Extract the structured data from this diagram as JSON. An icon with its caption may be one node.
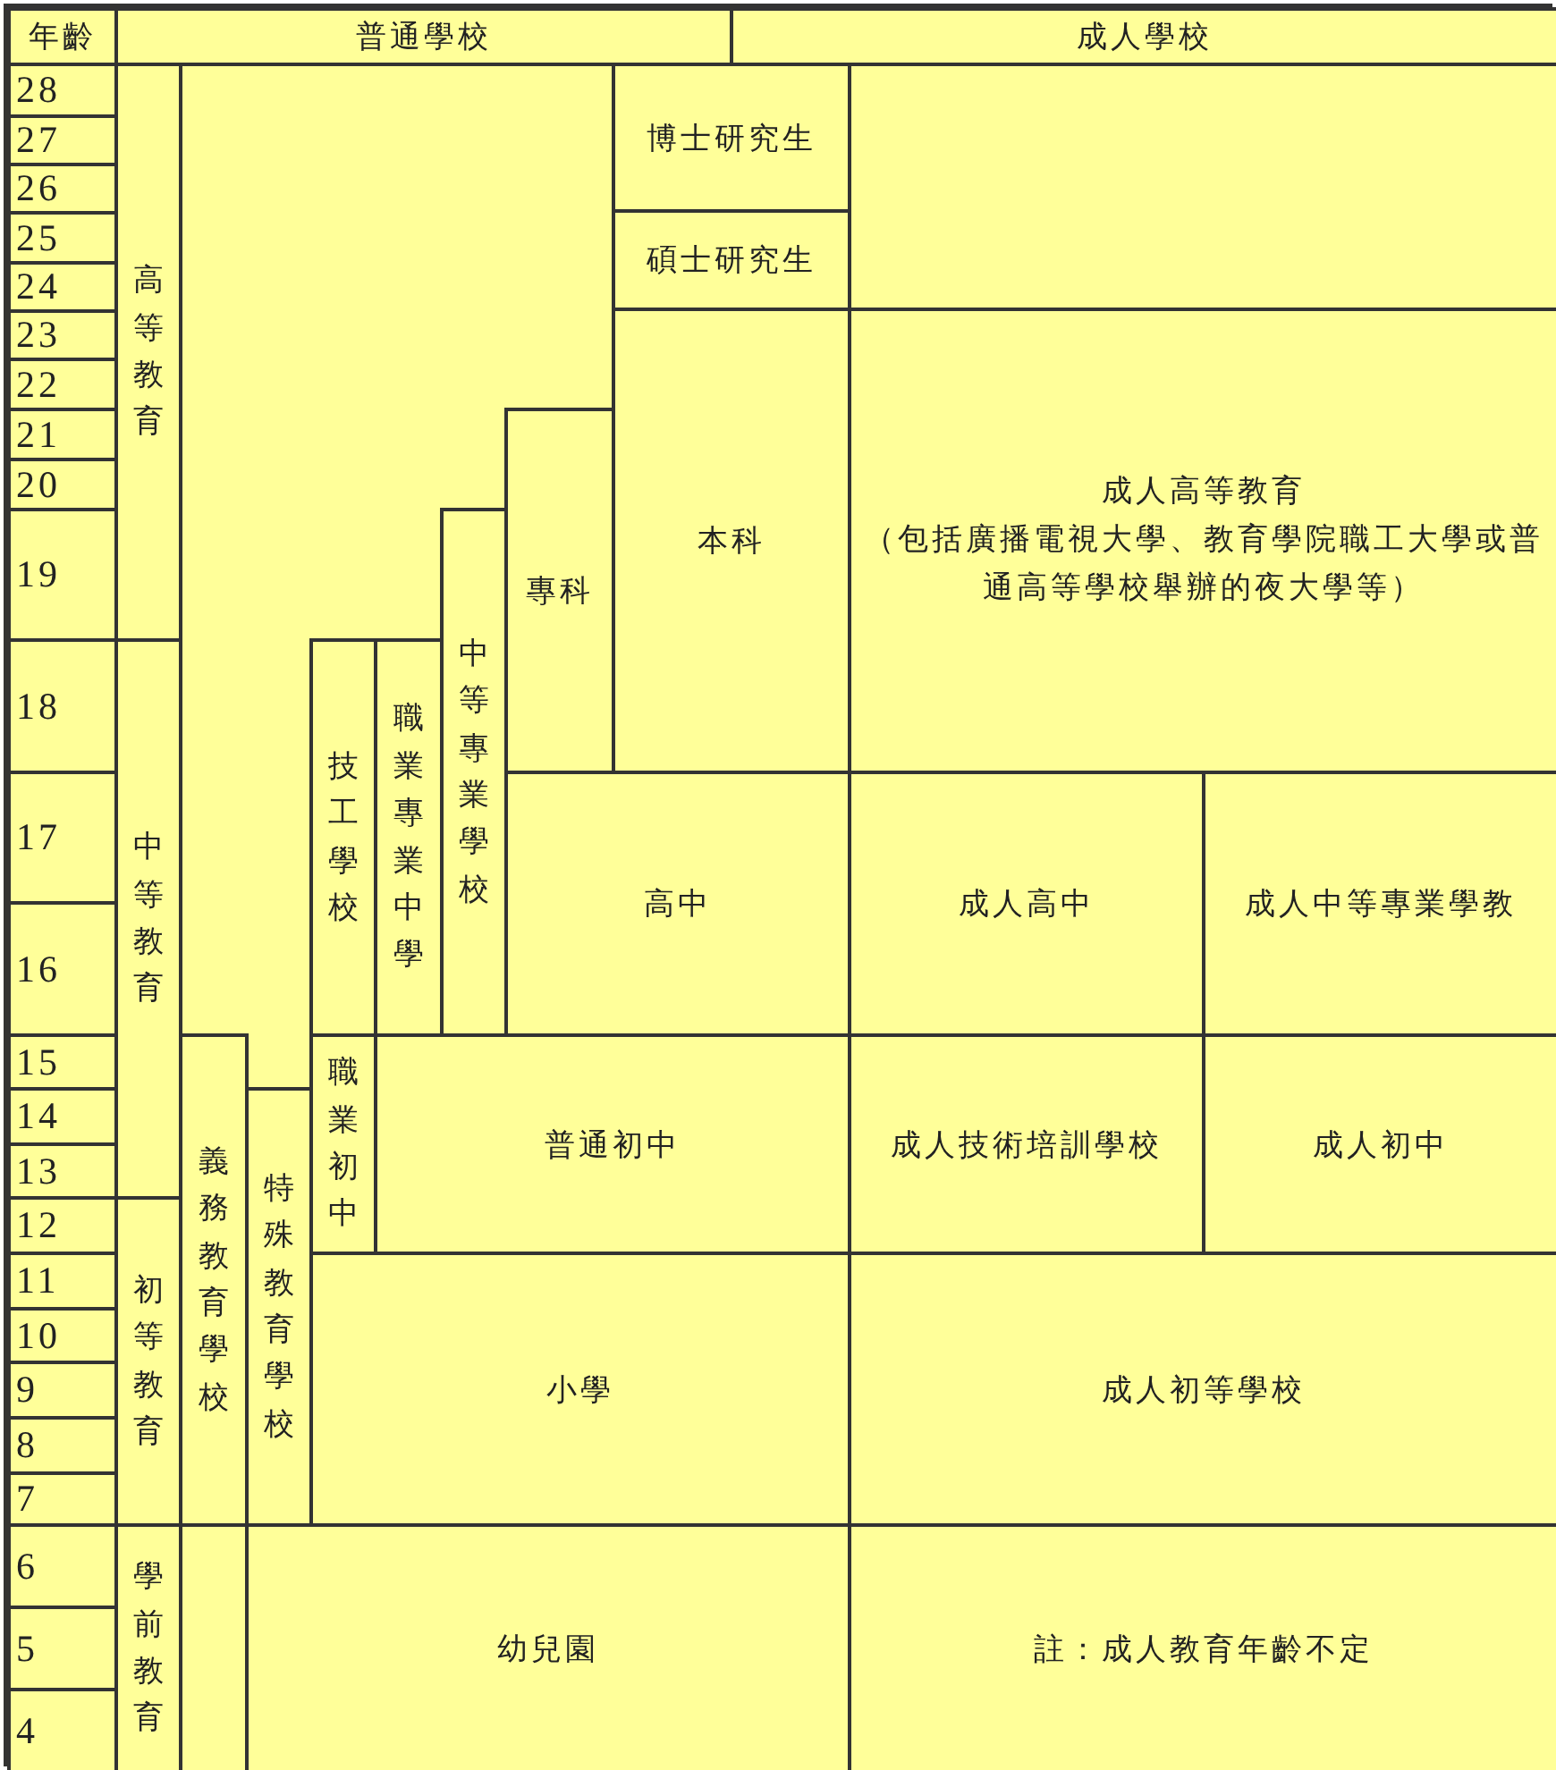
{
  "diagram": {
    "nodes": [
      {
        "text": [
          "年齡"
        ]
      },
      {
        "text": [
          "普通學校"
        ]
      },
      {
        "text": [
          "成人學校"
        ]
      },
      {
        "text": [
          "28"
        ]
      },
      {
        "text": [
          "27"
        ]
      },
      {
        "text": [
          "26"
        ]
      },
      {
        "text": [
          "25"
        ]
      },
      {
        "text": [
          "24"
        ]
      },
      {
        "text": [
          "23"
        ]
      },
      {
        "text": [
          "22"
        ]
      },
      {
        "text": [
          "21"
        ]
      },
      {
        "text": [
          "20"
        ]
      },
      {
        "text": [
          "19"
        ]
      },
      {
        "text": [
          "18"
        ]
      },
      {
        "text": [
          "17"
        ]
      },
      {
        "text": [
          "16"
        ]
      },
      {
        "text": [
          "15"
        ]
      },
      {
        "text": [
          "14"
        ]
      },
      {
        "text": [
          "13"
        ]
      },
      {
        "text": [
          "12"
        ]
      },
      {
        "text": [
          "11"
        ]
      },
      {
        "text": [
          "10"
        ]
      },
      {
        "text": [
          "9"
        ]
      },
      {
        "text": [
          "8"
        ]
      },
      {
        "text": [
          "7"
        ]
      },
      {
        "text": [
          "6"
        ]
      },
      {
        "text": [
          "5"
        ]
      },
      {
        "text": [
          "4"
        ]
      },
      {
        "text": [
          "高等教育"
        ]
      },
      {
        "text": [
          "博士研究生"
        ]
      },
      {
        "text": [],
        "shape": "box"
      },
      {
        "text": [
          "碩士研究生"
        ]
      },
      {
        "text": [
          "本科"
        ]
      },
      {
        "text": [
          "成人高等教育",
          "（包括廣播電視大學、教育學院職工大學或普通高等學校舉辦的夜大學等）"
        ]
      },
      {
        "text": [
          "專科"
        ]
      },
      {
        "text": [
          "中等專業學校"
        ]
      },
      {
        "text": [
          "中等教育"
        ]
      },
      {
        "text": [
          "技工學校"
        ]
      },
      {
        "text": [
          "職業專業中學"
        ]
      },
      {
        "text": [
          "高中"
        ]
      },
      {
        "text": [
          "成人高中"
        ]
      },
      {
        "text": [
          "成人中等專業學教"
        ]
      },
      {
        "text": [
          "義務教育學校"
        ]
      },
      {
        "text": [
          "職業初中"
        ]
      },
      {
        "text": [
          "普通初中"
        ]
      },
      {
        "text": [
          "成人技術培訓學校"
        ]
      },
      {
        "text": [
          "成人初中"
        ]
      },
      {
        "text": [
          "特殊教育學校"
        ]
      },
      {
        "text": [
          "初等教育"
        ]
      },
      {
        "text": [
          "小學"
        ]
      },
      {
        "text": [
          "成人初等學校"
        ]
      },
      {
        "text": [
          "學前教育"
        ]
      },
      {
        "text": [],
        "shape": "box"
      },
      {
        "text": [
          "幼兒園"
        ]
      },
      {
        "text": [
          "註：成人教育年齡不定"
        ]
      }
    ]
  }
}
